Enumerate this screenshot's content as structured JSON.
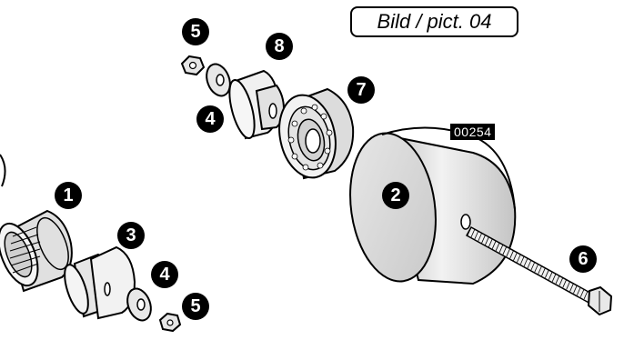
{
  "title": "Bild / pict. 04",
  "part_code": "00254",
  "markers": {
    "m1": "1",
    "m2": "2",
    "m3": "3",
    "m4a": "4",
    "m4b": "4",
    "m5a": "5",
    "m5b": "5",
    "m6": "6",
    "m7": "7",
    "m8": "8"
  },
  "colors": {
    "outline": "#000000",
    "fill": "#ffffff",
    "shade": "#d0d0d0"
  }
}
